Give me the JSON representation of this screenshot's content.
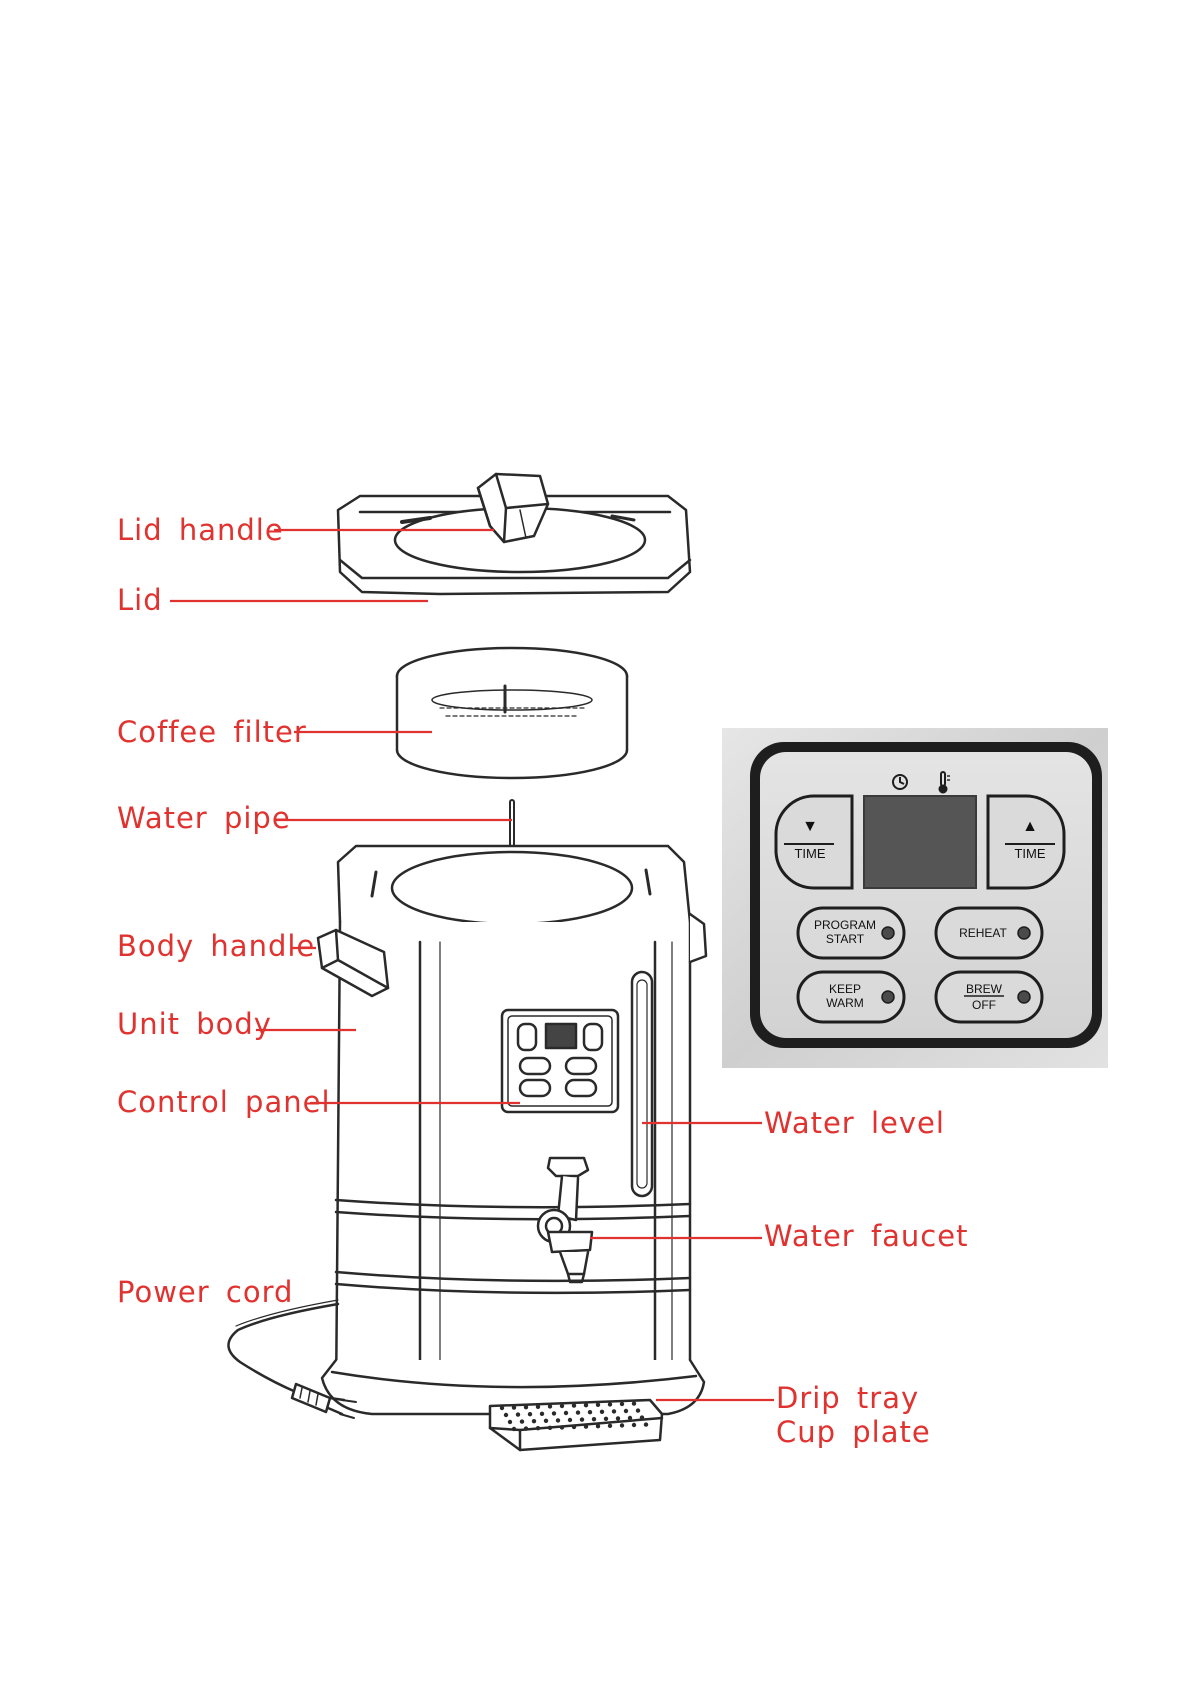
{
  "colors": {
    "callout": "#e0322f",
    "line_art": "#2a2a2a",
    "panel_bezel": "#1e1e1e",
    "panel_face": "#dcdcdc",
    "panel_display": "#555555",
    "indicator": "#4a4a4a"
  },
  "labels": {
    "lid_handle": "Lid handle",
    "lid": "Lid",
    "coffee_filter": "Coffee filter",
    "water_pipe": "Water pipe",
    "body_handle": "Body handle",
    "unit_body": "Unit body",
    "control_panel": "Control panel",
    "water_level": "Water level",
    "water_faucet": "Water faucet",
    "power_cord": "Power cord",
    "drip_tray": "Drip tray",
    "cup_plate": "Cup plate"
  },
  "control_panel": {
    "icons": [
      "clock-icon",
      "thermometer-icon"
    ],
    "time_down": {
      "arrow": "▼",
      "label": "TIME"
    },
    "time_up": {
      "arrow": "▲",
      "label": "TIME"
    },
    "program_start": {
      "line1": "PROGRAM",
      "line2": "START"
    },
    "reheat": {
      "line1": "REHEAT"
    },
    "keep_warm": {
      "line1": "KEEP",
      "line2": "WARM"
    },
    "brew_off": {
      "line1": "BREW",
      "line2": "OFF"
    }
  }
}
